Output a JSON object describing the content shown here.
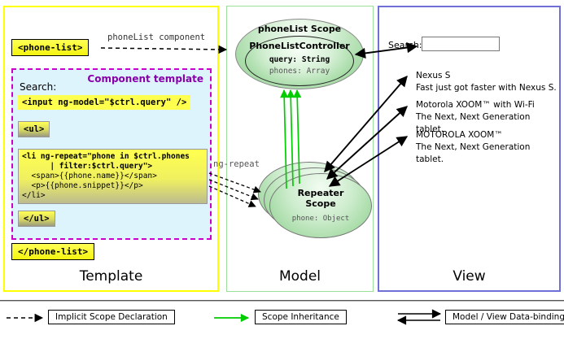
{
  "template_panel": {
    "open_tag": "<phone-list>",
    "close_tag": "</phone-list>",
    "arrow_label": "phoneList component",
    "component_template": {
      "title": "Component template",
      "search_label": "Search:",
      "input_code": "<input ng-model=\"$ctrl.query\" />",
      "ul_open": "<ul>",
      "ul_close": "</ul>",
      "li_lines": [
        "<li ng-repeat=\"phone in $ctrl.phones",
        "      | filter:$ctrl.query\">",
        "  <span>{{phone.name}}</span>",
        "  <p>{{phone.snippet}}</p>",
        "</li>"
      ]
    },
    "caption": "Template"
  },
  "model_panel": {
    "scope_ellipse": {
      "title": "phoneList Scope",
      "controller": {
        "title": "PhoneListController",
        "query_prop": "query: String",
        "phones_prop": "phones: Array"
      }
    },
    "ng_repeat_label": "ng-repeat",
    "repeater_scope": {
      "title_line1": "Repeater",
      "title_line2": "Scope",
      "prop": "phone: Object"
    },
    "caption": "Model"
  },
  "view_panel": {
    "search_label": "Search:",
    "search_value": "",
    "phones": [
      {
        "name": "Nexus S",
        "snippet": "Fast just got faster with Nexus S."
      },
      {
        "name": "Motorola XOOM™ with Wi-Fi",
        "snippet": "The Next, Next Generation tablet."
      },
      {
        "name": "MOTOROLA XOOM™",
        "snippet": "The Next, Next Generation tablet."
      }
    ],
    "caption": "View"
  },
  "legend": {
    "implicit_scope": "Implicit Scope Declaration",
    "scope_inheritance": "Scope Inheritance",
    "data_binding": "Model / View Data-binding"
  },
  "colors": {
    "template_border": "#ffff00",
    "model_border": "#9bdf9b",
    "view_border": "#6f6fd8",
    "code_highlight": "#ffff4d",
    "component_template_bg": "#def4fc",
    "component_template_border": "#cc00cc",
    "scope_fill_green": "#8cd08c",
    "inheritance_arrow": "#00cc00"
  }
}
